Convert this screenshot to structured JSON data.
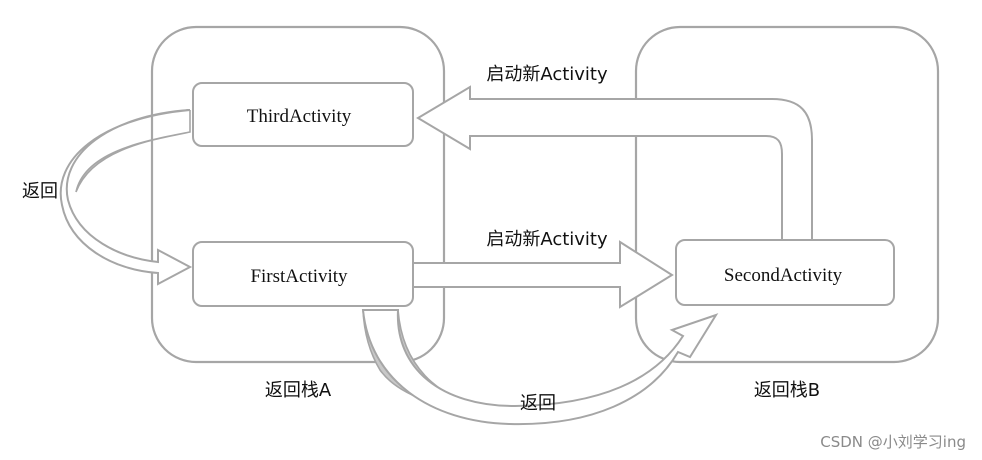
{
  "stacks": {
    "a_label": "返回栈A",
    "b_label": "返回栈B"
  },
  "activities": {
    "third": "ThirdActivity",
    "first": "FirstActivity",
    "second": "SecondActivity"
  },
  "arrows": {
    "start_new_top": "启动新Activity",
    "start_new_middle": "启动新Activity",
    "back_left": "返回",
    "back_bottom": "返回"
  },
  "watermark": "CSDN @小刘学习ing",
  "colors": {
    "outline": "#a6a6a6",
    "shadow_fill": "#c8c8c8",
    "text": "#111111"
  }
}
